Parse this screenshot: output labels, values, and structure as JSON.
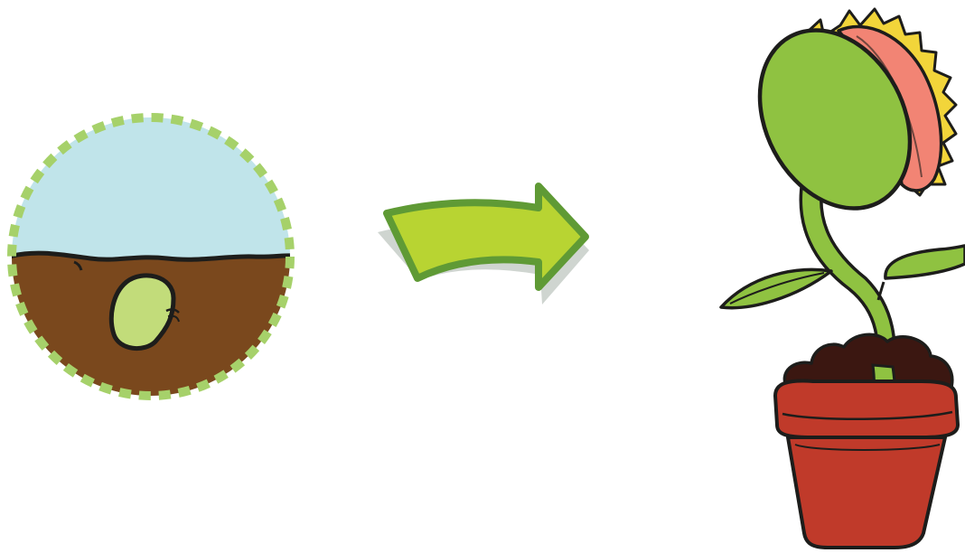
{
  "illustration": {
    "title": "",
    "panels": [
      {
        "id": "seed",
        "icon": "seed-in-soil-icon"
      },
      {
        "id": "arrow",
        "icon": "right-curved-arrow-icon"
      },
      {
        "id": "plant",
        "icon": "venus-flytrap-pot-icon"
      }
    ]
  },
  "colors": {
    "sky": "#c0e4ea",
    "soil": "#7a481d",
    "seed": "#c2dc7a",
    "dashed_border": "#a6d16a",
    "arrow_fill": "#b8d432",
    "arrow_stroke": "#5f9a35",
    "arrow_shadow": "#cfd5d0",
    "leaf_green": "#8fc241",
    "trap_inner": "#f28474",
    "trap_teeth": "#f2d53a",
    "pot_red": "#c03a2a",
    "pot_soil": "#3b1711",
    "outline": "#1d1d1b"
  }
}
